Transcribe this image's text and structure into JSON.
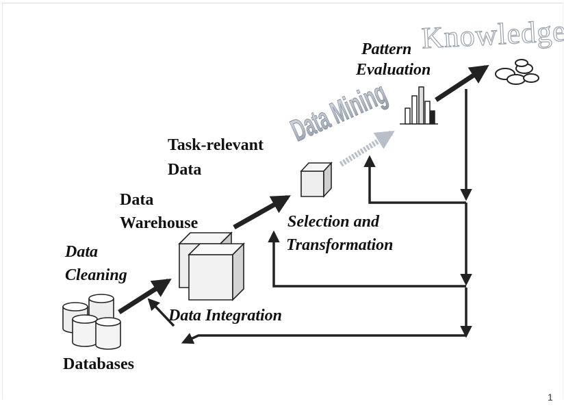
{
  "labels": {
    "knowledge": "Knowledge",
    "pattern_evaluation": [
      "Pattern",
      "Evaluation"
    ],
    "data_mining": "Data Mining",
    "task_relevant_data": [
      "Task-relevant",
      "Data"
    ],
    "data_warehouse": [
      "Data",
      "Warehouse"
    ],
    "selection_transformation": [
      "Selection and",
      "Transformation"
    ],
    "data_cleaning": [
      "Data",
      "Cleaning"
    ],
    "data_integration": "Data Integration",
    "databases": "Databases"
  },
  "page_number": "1",
  "colors": {
    "ink": "#111111",
    "arrow": "#2a2a2a",
    "mining_arrow": "#b8bfc8",
    "wordart": "#a9b3bf"
  }
}
